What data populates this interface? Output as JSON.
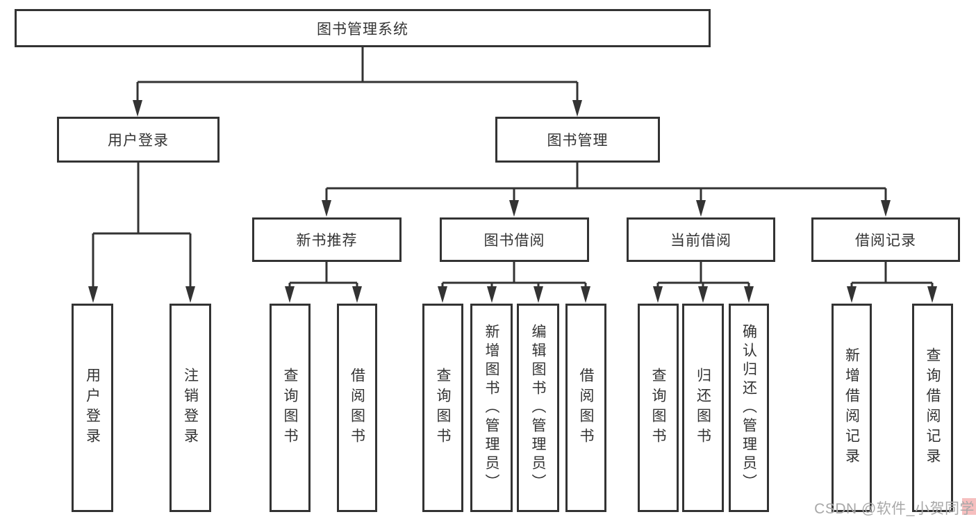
{
  "colors": {
    "line": "#333333",
    "text": "#333333",
    "background": "#ffffff",
    "watermark_text": "#a8a8a8",
    "watermark_accent": "#f6bfbf"
  },
  "root": {
    "label": "图书管理系统"
  },
  "level2": [
    {
      "label": "用户登录"
    },
    {
      "label": "图书管理"
    }
  ],
  "level3": [
    {
      "label": "新书推荐"
    },
    {
      "label": "图书借阅"
    },
    {
      "label": "当前借阅"
    },
    {
      "label": "借阅记录"
    }
  ],
  "leaves": {
    "user_login": [
      {
        "label": "用户登录"
      },
      {
        "label": "注销登录"
      }
    ],
    "new_books": [
      {
        "label": "查询图书"
      },
      {
        "label": "借阅图书"
      }
    ],
    "borrowing": [
      {
        "label": "查询图书"
      },
      {
        "label": "新增图书（管理员）"
      },
      {
        "label": "编辑图书（管理员）"
      },
      {
        "label": "借阅图书"
      }
    ],
    "current": [
      {
        "label": "查询图书"
      },
      {
        "label": "归还图书"
      },
      {
        "label": "确认归还（管理员）"
      }
    ],
    "records": [
      {
        "label": "新增借阅记录"
      },
      {
        "label": "查询借阅记录"
      }
    ]
  },
  "watermark": {
    "text": "CSDN @软件_小贺同学"
  }
}
